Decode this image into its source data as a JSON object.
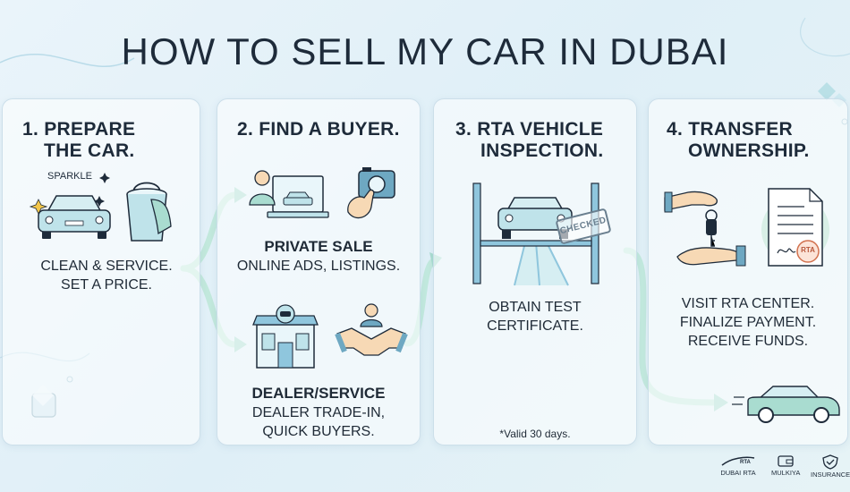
{
  "title": "HOW TO SELL MY CAR IN DUBAI",
  "steps": [
    {
      "title_lines": [
        "1. PREPARE",
        "THE CAR."
      ],
      "icon_label": "SPARKLE",
      "desc_lines": [
        "CLEAN & SERVICE.",
        "SET A PRICE."
      ]
    },
    {
      "title": "2. FIND A BUYER.",
      "options": [
        {
          "heading": "PRIVATE SALE",
          "desc": "ONLINE ADS, LISTINGS."
        },
        {
          "heading": "DEALER/SERVICE",
          "desc_lines": [
            "DEALER TRADE-IN,",
            "QUICK BUYERS."
          ]
        }
      ]
    },
    {
      "title_lines": [
        "3. RTA VEHICLE",
        "INSPECTION."
      ],
      "stamp": "CHECKED",
      "desc_lines": [
        "OBTAIN TEST",
        "CERTIFICATE."
      ],
      "note": "*Valid 30 days."
    },
    {
      "title_lines": [
        "4. TRANSFER",
        "OWNERSHIP."
      ],
      "doc_label": "RTA",
      "desc_lines": [
        "VISIT RTA CENTER.",
        "FINALIZE PAYMENT.",
        "RECEIVE FUNDS."
      ]
    }
  ],
  "footer_logos": [
    {
      "label": "DUBAI RTA",
      "mark": "RTA"
    },
    {
      "label": "MULKIYA"
    },
    {
      "label": "INSURANCE"
    }
  ],
  "colors": {
    "accent_blue": "#8fc6dd",
    "arrow_mint": "#bfe8da",
    "text_dark": "#1e2b3a",
    "car_fill": "#bfe3ea"
  }
}
